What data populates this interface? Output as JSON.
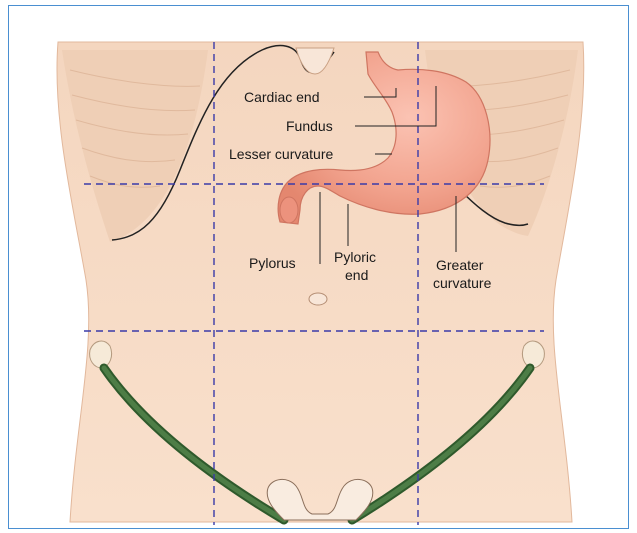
{
  "labels": {
    "cardiac_end": "Cardiac end",
    "fundus": "Fundus",
    "lesser_curvature": "Lesser curvature",
    "pylorus": "Pylorus",
    "pyloric_end_line1": "Pyloric",
    "pyloric_end_line2": "end",
    "greater_curvature_line1": "Greater",
    "greater_curvature_line2": "curvature"
  },
  "colors": {
    "frame_border": "#4a8fd1",
    "skin": "#f8dcc6",
    "skin_shadow": "#eecab0",
    "stomach": "#f2a38e",
    "stomach_dark": "#d97a66",
    "grid_lines": "#3a3aa8",
    "inguinal_ligament": "#3f6b3a"
  }
}
